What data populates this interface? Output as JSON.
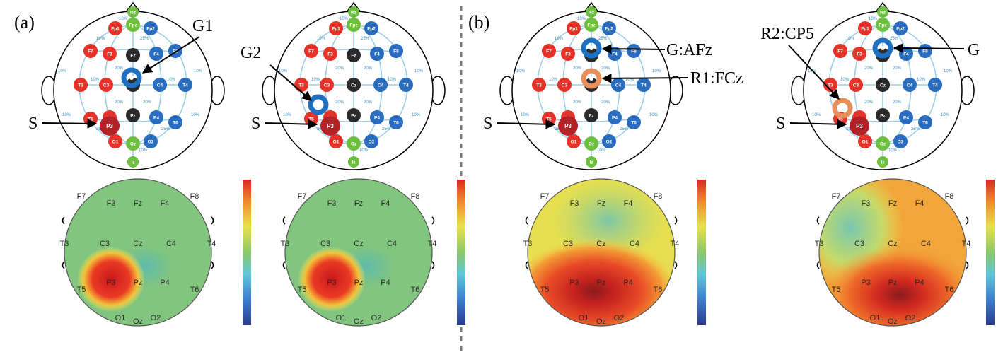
{
  "colors": {
    "red": "#e5332a",
    "blue": "#2a6cc0",
    "green": "#6cbf3f",
    "black": "#2a2a2a",
    "grid": "#9dd0e8",
    "stim": "#b32226",
    "ground": "#1f70c1",
    "reference": "#e88f5c",
    "map_base": "#82c57e",
    "divider": "#7a7a7a"
  },
  "panel_labels": {
    "a": "(a)",
    "b": "(b)"
  },
  "common": {
    "stim_label": "S",
    "pct_labels": [
      "10%",
      "25%",
      "20%"
    ],
    "colorbar": "red-yellow-green-cyan-blue"
  },
  "electrodes": [
    {
      "name": "Nz",
      "color": "green"
    },
    {
      "name": "Fpz",
      "color": "green"
    },
    {
      "name": "Fp1",
      "color": "red"
    },
    {
      "name": "Fp2",
      "color": "blue"
    },
    {
      "name": "F7",
      "color": "red"
    },
    {
      "name": "F3",
      "color": "red"
    },
    {
      "name": "Fz",
      "color": "black"
    },
    {
      "name": "F4",
      "color": "blue"
    },
    {
      "name": "F8",
      "color": "blue"
    },
    {
      "name": "T3",
      "color": "red"
    },
    {
      "name": "C3",
      "color": "red"
    },
    {
      "name": "Cz",
      "color": "black"
    },
    {
      "name": "C4",
      "color": "blue"
    },
    {
      "name": "T4",
      "color": "blue"
    },
    {
      "name": "T5",
      "color": "red"
    },
    {
      "name": "P3",
      "color": "red"
    },
    {
      "name": "Pz",
      "color": "black"
    },
    {
      "name": "P4",
      "color": "blue"
    },
    {
      "name": "T6",
      "color": "blue"
    },
    {
      "name": "O1",
      "color": "red"
    },
    {
      "name": "Oz",
      "color": "green"
    },
    {
      "name": "O2",
      "color": "blue"
    },
    {
      "name": "Iz",
      "color": "green"
    }
  ],
  "map_labels": [
    "F7",
    "F3",
    "Fz",
    "F4",
    "F8",
    "T3",
    "C3",
    "Cz",
    "C4",
    "T4",
    "T5",
    "P3",
    "Pz",
    "P4",
    "T6",
    "O1",
    "Oz",
    "O2"
  ],
  "panels": [
    {
      "id": "a1",
      "annotations": [
        {
          "text": "G1"
        },
        {
          "text": "S"
        }
      ]
    },
    {
      "id": "a2",
      "annotations": [
        {
          "text": "G2"
        },
        {
          "text": "S"
        }
      ]
    },
    {
      "id": "b1",
      "annotations": [
        {
          "text": "G:AFz"
        },
        {
          "text": "R1:FCz"
        },
        {
          "text": "S"
        }
      ]
    },
    {
      "id": "b2",
      "annotations": [
        {
          "text": "R2:CP5"
        },
        {
          "text": "G"
        },
        {
          "text": "S"
        }
      ]
    }
  ]
}
